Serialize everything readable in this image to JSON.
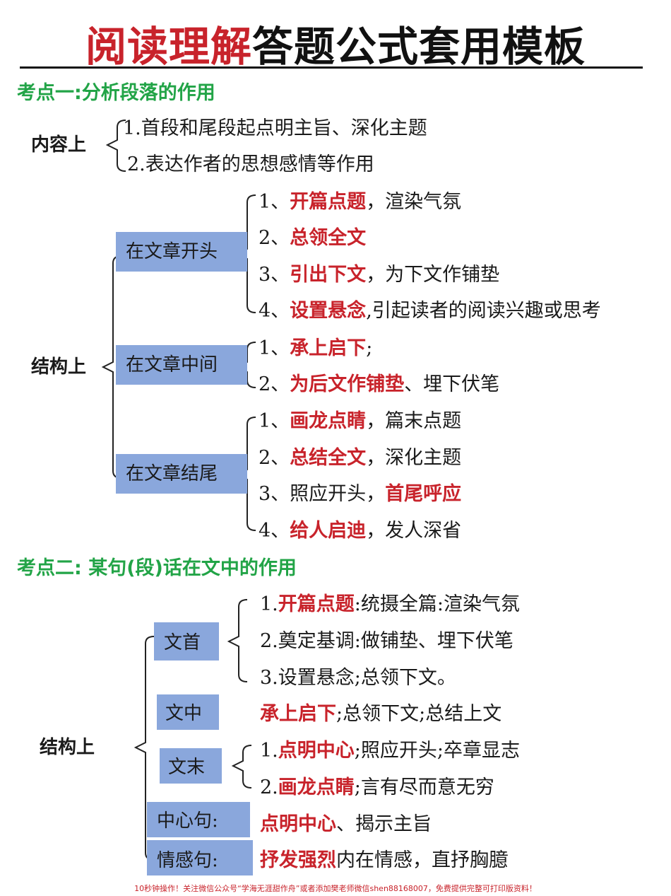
{
  "title": {
    "red": "阅读理解",
    "black": "答题公式套用模板"
  },
  "section1": {
    "heading": "考点一:分析段落的作用",
    "content": {
      "label": "内容上",
      "items": [
        "1.首段和尾段起点明主旨、深化主题",
        "2.表达作者的思想感情等作用"
      ]
    },
    "structure": {
      "label": "结构上",
      "groups": [
        {
          "box": "在文章开头",
          "items": [
            {
              "pre": "1、",
              "hl": "开篇点题",
              "post": "，渲染气氛"
            },
            {
              "pre": "2、",
              "hl": "总领全文",
              "post": ""
            },
            {
              "pre": "3、",
              "hl": "引出下文",
              "post": "，为下文作铺垫"
            },
            {
              "pre": "4、",
              "hl": "设置悬念",
              "post": ",引起读者的阅读兴趣或思考"
            }
          ]
        },
        {
          "box": "在文章中间",
          "items": [
            {
              "pre": "1、",
              "hl": "承上启下",
              "post": ";"
            },
            {
              "pre": "2、",
              "hl": "为后文作铺垫",
              "post": "、埋下伏笔"
            }
          ]
        },
        {
          "box": "在文章结尾",
          "items": [
            {
              "pre": "1、",
              "hl": "画龙点睛",
              "post": "，篇末点题"
            },
            {
              "pre": "2、",
              "hl": "总结全文",
              "post": "，深化主题"
            },
            {
              "pre": "3、照应开头，",
              "hl": "首尾呼应",
              "post": ""
            },
            {
              "pre": "4、",
              "hl": "给人启迪",
              "post": "，发人深省"
            }
          ]
        }
      ]
    }
  },
  "section2": {
    "heading": "考点二: 某句(段)话在文中的作用",
    "structure": {
      "label": "结构上",
      "groups": [
        {
          "box": "文首",
          "items": [
            {
              "pre": "1.",
              "hl": "开篇点题",
              "post": ":统摄全篇:渲染气氛"
            },
            {
              "pre": "2.奠定基调:做铺垫、埋下伏笔",
              "hl": "",
              "post": ""
            },
            {
              "pre": "3.设置悬念;总领下文。",
              "hl": "",
              "post": ""
            }
          ]
        },
        {
          "box": "文中",
          "items": [
            {
              "pre": "",
              "hl": "承上启下",
              "post": ";总领下文;总结上文"
            }
          ]
        },
        {
          "box": "文末",
          "items": [
            {
              "pre": "1.",
              "hl": "点明中心",
              "post": ";照应开头;卒章显志"
            },
            {
              "pre": "2.",
              "hl": "画龙点睛",
              "post": ";言有尽而意无穷"
            }
          ]
        },
        {
          "box": "中心句:",
          "items": [
            {
              "pre": "",
              "hl": "点明中心",
              "post": "、揭示主旨"
            }
          ]
        },
        {
          "box": "情感句:",
          "items": [
            {
              "pre": "",
              "hl": "抒发强烈",
              "post": "内在情感，直抒胸臆"
            }
          ]
        }
      ]
    }
  },
  "footer": "10秒钟操作！关注微信公众号“学海无涯甜作舟”或者添加樊老师微信shen88168007，免费提供完整可打印版资料！",
  "colors": {
    "title_red": "#c8232b",
    "section_green": "#22a447",
    "highlight_red": "#c8232b",
    "box_blue": "#8aa7dc"
  }
}
